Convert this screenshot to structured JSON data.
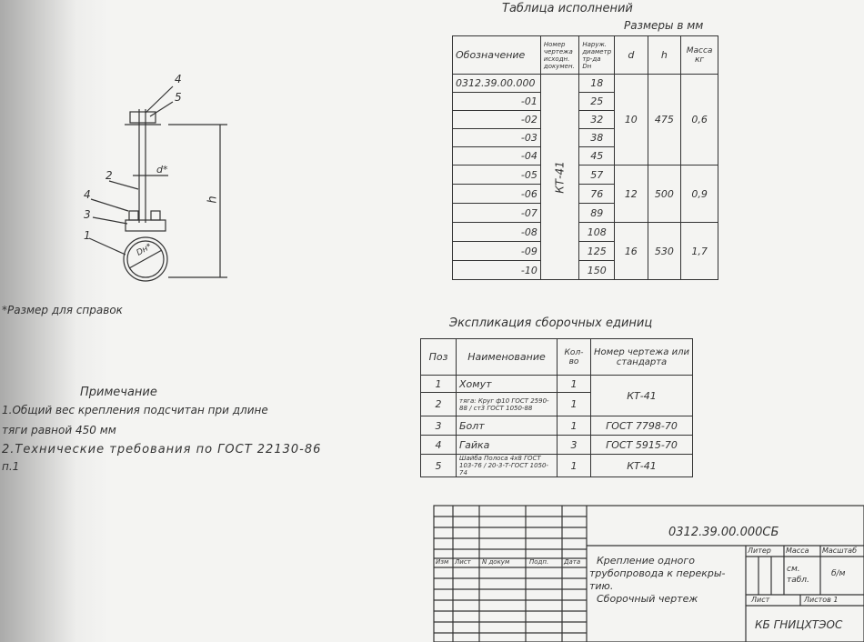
{
  "drawing": {
    "labels": [
      "4",
      "5",
      "d*",
      "2",
      "4",
      "3",
      "1",
      "h",
      "Dн*"
    ]
  },
  "reference_note": "*Размер для справок",
  "note": {
    "title": "Примечание",
    "lines": [
      "1.Общий вес крепления подсчитан при длине",
      "тяги равной 450 мм",
      "2.Технические требования по ГОСТ 22130-86",
      "п.1"
    ]
  },
  "versions_table": {
    "title": "Таблица исполнений",
    "units": "Размеры в мм",
    "headers": [
      "Обозначение",
      "Номер чертежа исходн. докумен.",
      "Наруж. диаметр тр-да Dн",
      "d",
      "h",
      "Масса кг"
    ],
    "designations": [
      "0312.39.00.000",
      "-01",
      "-02",
      "-03",
      "-04",
      "-05",
      "-06",
      "-07",
      "-08",
      "-09",
      "-10"
    ],
    "outer_diameters": [
      "18",
      "25",
      "32",
      "38",
      "45",
      "57",
      "76",
      "89",
      "108",
      "125",
      "150"
    ],
    "source_doc": "КТ-41",
    "groups": [
      {
        "d": "10",
        "h": "475",
        "mass": "0,6"
      },
      {
        "d": "12",
        "h": "500",
        "mass": "0,9"
      },
      {
        "d": "16",
        "h": "530",
        "mass": "1,7"
      }
    ]
  },
  "explication": {
    "title": "Экспликация сборочных единиц",
    "headers": [
      "Поз",
      "Наименование",
      "Кол-во",
      "Номер чертежа или стандарта"
    ],
    "rows": [
      {
        "pos": "1",
        "name": "Хомут",
        "qty": "1",
        "std": "КТ-41"
      },
      {
        "pos": "2",
        "name": "тяга: Круг ф10 ГОСТ 2590-88 / ст3 ГОСТ 1050-88",
        "qty": "1",
        "std": ""
      },
      {
        "pos": "3",
        "name": "Болт",
        "qty": "1",
        "std": "ГОСТ 7798-70"
      },
      {
        "pos": "4",
        "name": "Гайка",
        "qty": "3",
        "std": "ГОСТ 5915-70"
      },
      {
        "pos": "5",
        "name": "Шайба Полоса 4х8 ГОСТ 103-76 / 20-3-Т-ГОСТ 1050-74",
        "qty": "1",
        "std": "КТ-41"
      }
    ]
  },
  "title_block": {
    "doc_number": "0312.39.00.000СБ",
    "col_headers": [
      "Изм",
      "Лист",
      "N докум",
      "Подп.",
      "Дата"
    ],
    "name_lines": [
      "Крепление одного",
      "трубопровода к перекры-",
      "тию.",
      "Сборочный чертеж"
    ],
    "litera_label": "Литер",
    "mass_label": "Масса",
    "scale_label": "Масштаб",
    "mass_value": "см. табл.",
    "scale_value": "б/м",
    "sheet_label": "Лист",
    "sheets_label": "Листов 1",
    "org": "КБ ГНИЦХТЭОС"
  }
}
